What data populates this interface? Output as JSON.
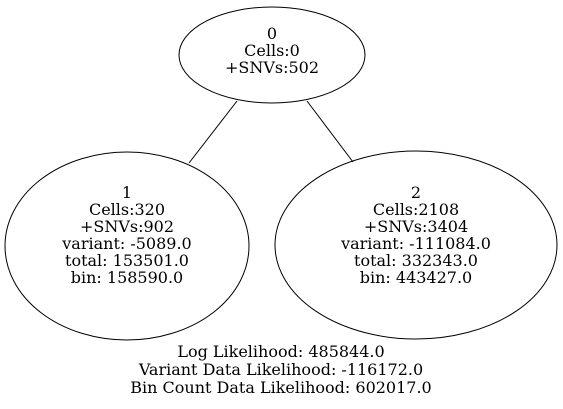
{
  "nodes": [
    {
      "id": "0",
      "lines": [
        "0",
        "Cells:0",
        "+SNVs:502"
      ]
    },
    {
      "id": "1",
      "lines": [
        "1",
        "Cells:320",
        "+SNVs:902",
        "variant: -5089.0",
        "total: 153501.0",
        "bin: 158590.0"
      ]
    },
    {
      "id": "2",
      "lines": [
        "2",
        "Cells:2108",
        "+SNVs:3404",
        "variant: -111084.0",
        "total: 332343.0",
        "bin: 443427.0"
      ]
    }
  ],
  "edges": [
    {
      "from": "0",
      "to": "1"
    },
    {
      "from": "0",
      "to": "2"
    }
  ],
  "footer": {
    "log_likelihood": "Log Likelihood: 485844.0",
    "variant_likelihood": "Variant Data Likelihood: -116172.0",
    "bin_count_likelihood": "Bin Count Data Likelihood: 602017.0"
  },
  "colors": {
    "stroke": "#000000",
    "background": "#ffffff",
    "text": "#000000"
  }
}
